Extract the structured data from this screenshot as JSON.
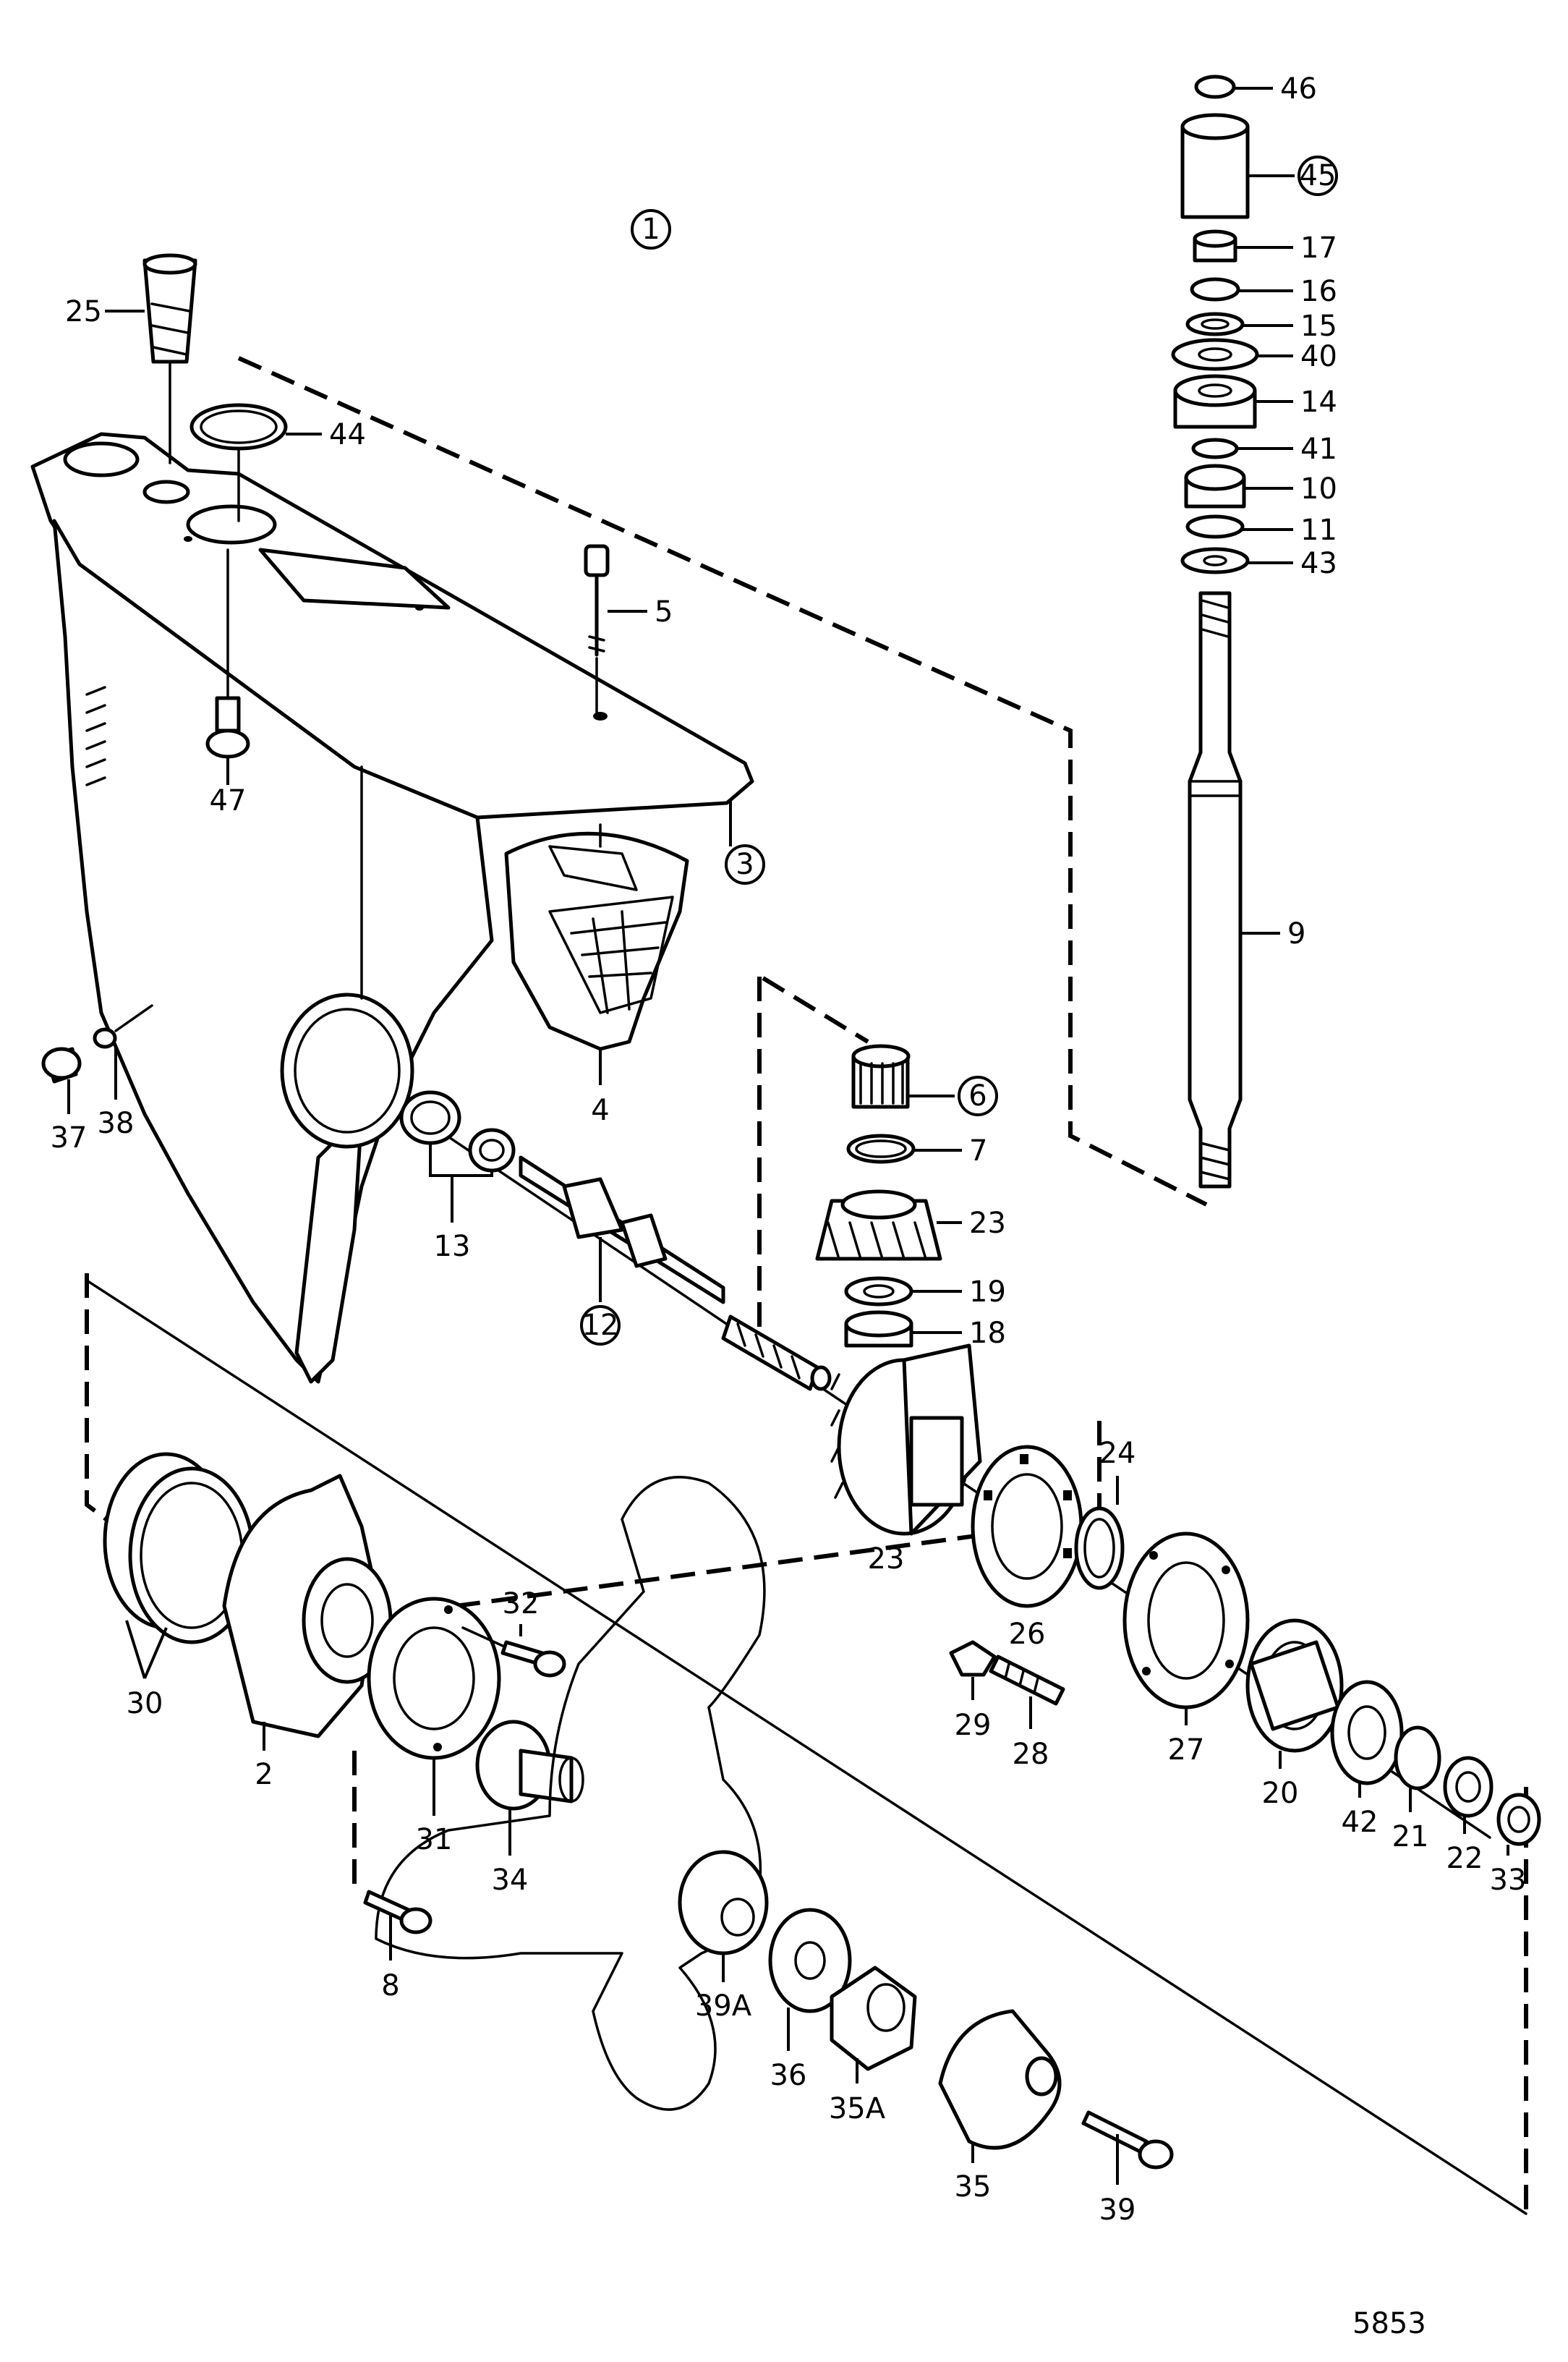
{
  "figure": {
    "number": "5853",
    "overview_label": "1"
  },
  "callouts": {
    "c46": "46",
    "c45": "45",
    "c17": "17",
    "c16": "16",
    "c15": "15",
    "c40": "40",
    "c14": "14",
    "c41": "41",
    "c10": "10",
    "c11": "11",
    "c43": "43",
    "c9": "9",
    "c25": "25",
    "c44": "44",
    "c5": "5",
    "c47": "47",
    "c3": "3",
    "c4": "4",
    "c6": "6",
    "c7": "7",
    "c23a": "23",
    "c19": "19",
    "c18": "18",
    "c37": "37",
    "c38": "38",
    "c13": "13",
    "c12": "12",
    "c23b": "23",
    "c24": "24",
    "c26": "26",
    "c30": "30",
    "c32": "32",
    "c29": "29",
    "c28": "28",
    "c27": "27",
    "c20": "20",
    "c42": "42",
    "c21": "21",
    "c22": "22",
    "c33": "33",
    "c2": "2",
    "c31": "31",
    "c34": "34",
    "c8": "8",
    "c39a": "39A",
    "c36": "36",
    "c35a": "35A",
    "c35": "35",
    "c39": "39"
  }
}
